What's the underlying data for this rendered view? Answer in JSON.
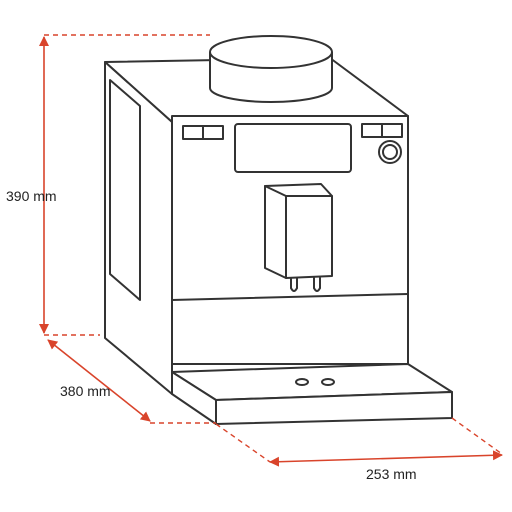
{
  "dimensions": {
    "height": {
      "label": "390 mm",
      "value": 390,
      "unit": "mm"
    },
    "depth": {
      "label": "380 mm",
      "value": 380,
      "unit": "mm"
    },
    "width": {
      "label": "253 mm",
      "value": 253,
      "unit": "mm"
    }
  },
  "colors": {
    "outline": "#333333",
    "dimension": "#d9442b",
    "background": "#ffffff"
  },
  "icons": {
    "machine": "coffee-machine-illustration"
  }
}
